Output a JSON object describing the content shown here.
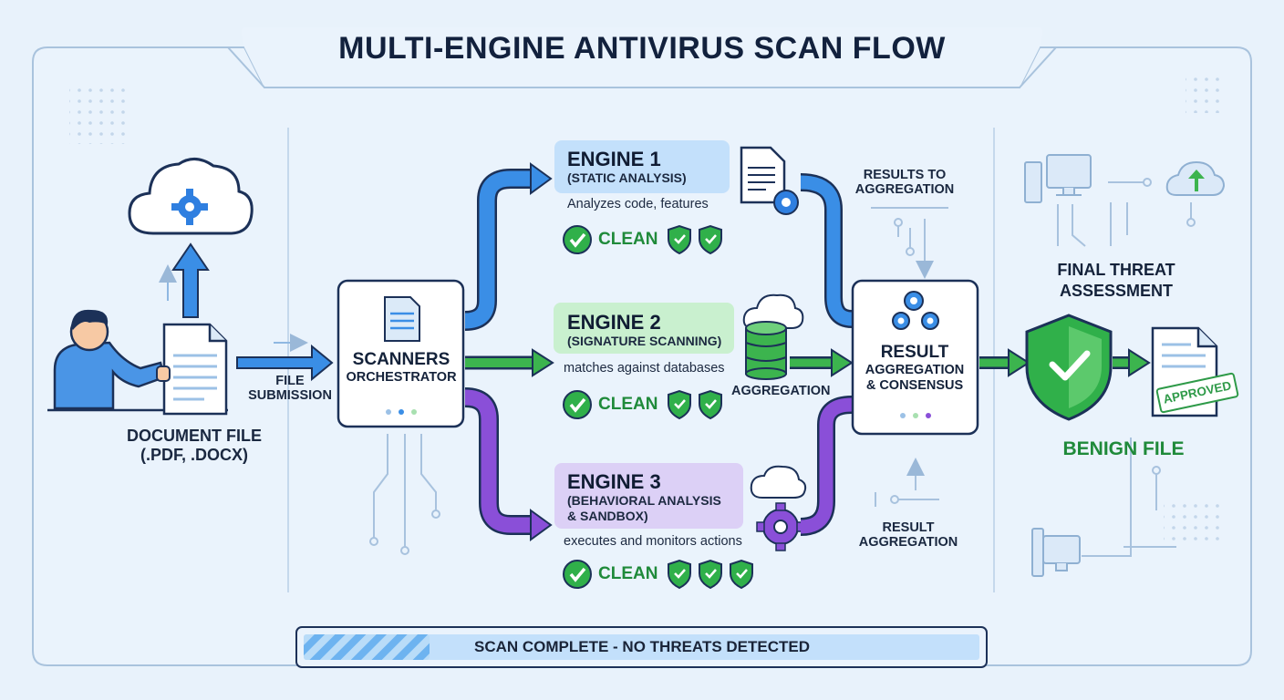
{
  "title": "MULTI-ENGINE ANTIVIRUS SCAN FLOW",
  "input": {
    "doc_label_line1": "DOCUMENT FILE",
    "doc_label_line2": "(.PDF, .DOCX)",
    "submission_line1": "FILE",
    "submission_line2": "SUBMISSION"
  },
  "orchestrator": {
    "line1": "SCANNERS",
    "line2": "ORCHESTRATOR"
  },
  "engines": [
    {
      "title": "ENGINE 1",
      "subtitle_line1": "(STATIC ANALYSIS)",
      "subtitle_line2": "",
      "description": "Analyzes code, features",
      "status": "CLEAN",
      "color": "#3a8ee6"
    },
    {
      "title": "ENGINE 2",
      "subtitle_line1": "(SIGNATURE SCANNING)",
      "subtitle_line2": "",
      "description": "matches against databases",
      "status": "CLEAN",
      "color": "#3cb44e"
    },
    {
      "title": "ENGINE 3",
      "subtitle_line1": "(BEHAVIORAL ANALYSIS",
      "subtitle_line2": "& SANDBOX)",
      "description": "executes and monitors actions",
      "status": "CLEAN",
      "color": "#8a4fd8"
    }
  ],
  "connectors": {
    "results_line1": "RESULTS TO",
    "results_line2": "AGGREGATION",
    "aggregation": "AGGREGATION",
    "result_line1": "RESULT",
    "result_line2": "AGGREGATION"
  },
  "aggregator": {
    "line1": "RESULT",
    "line2": "AGGREGATION",
    "line3": "& CONSENSUS"
  },
  "final": {
    "heading_line1": "FINAL THREAT",
    "heading_line2": "ASSESSMENT",
    "stamp": "APPROVED",
    "verdict": "BENIGN FILE"
  },
  "status_bar": "SCAN COMPLETE - NO THREATS DETECTED",
  "colors": {
    "blue": "#3a8ee6",
    "green": "#3cb44e",
    "purple": "#8a4fd8",
    "navy": "#12213d",
    "clean_green": "#1f8a3a"
  }
}
